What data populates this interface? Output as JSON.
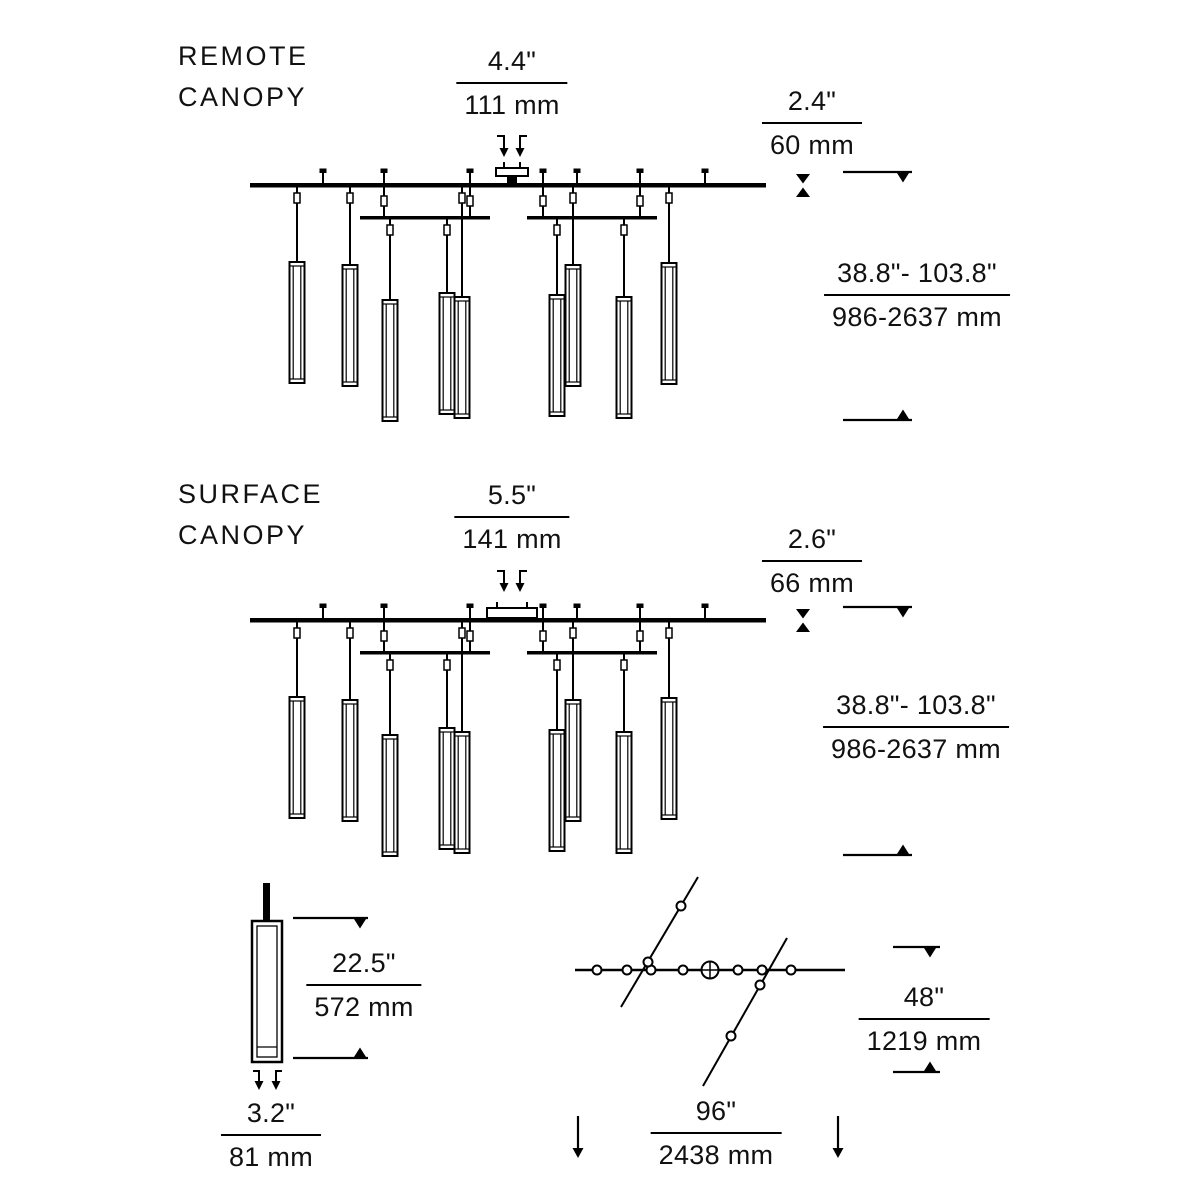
{
  "titles": {
    "remote": {
      "line1": "REMOTE",
      "line2": "CANOPY"
    },
    "surface": {
      "line1": "SURFACE",
      "line2": "CANOPY"
    }
  },
  "dims": {
    "remote_canopy_width": {
      "in": "4.4\"",
      "mm": "111 mm"
    },
    "remote_canopy_height": {
      "in": "2.4\"",
      "mm": "60 mm"
    },
    "remote_suspension": {
      "in": "38.8\"- 103.8\"",
      "mm": "986-2637 mm"
    },
    "surface_canopy_width": {
      "in": "5.5\"",
      "mm": "141 mm"
    },
    "surface_canopy_height": {
      "in": "2.6\"",
      "mm": "66 mm"
    },
    "surface_suspension": {
      "in": "38.8\"- 103.8\"",
      "mm": "986-2637 mm"
    },
    "pendant_length": {
      "in": "22.5\"",
      "mm": "572 mm"
    },
    "pendant_diameter": {
      "in": "3.2\"",
      "mm": "81 mm"
    },
    "plan_width": {
      "in": "48\"",
      "mm": "1219 mm"
    },
    "plan_length": {
      "in": "96\"",
      "mm": "2438 mm"
    }
  },
  "colors": {
    "ink": "#000000",
    "paper": "#ffffff"
  }
}
